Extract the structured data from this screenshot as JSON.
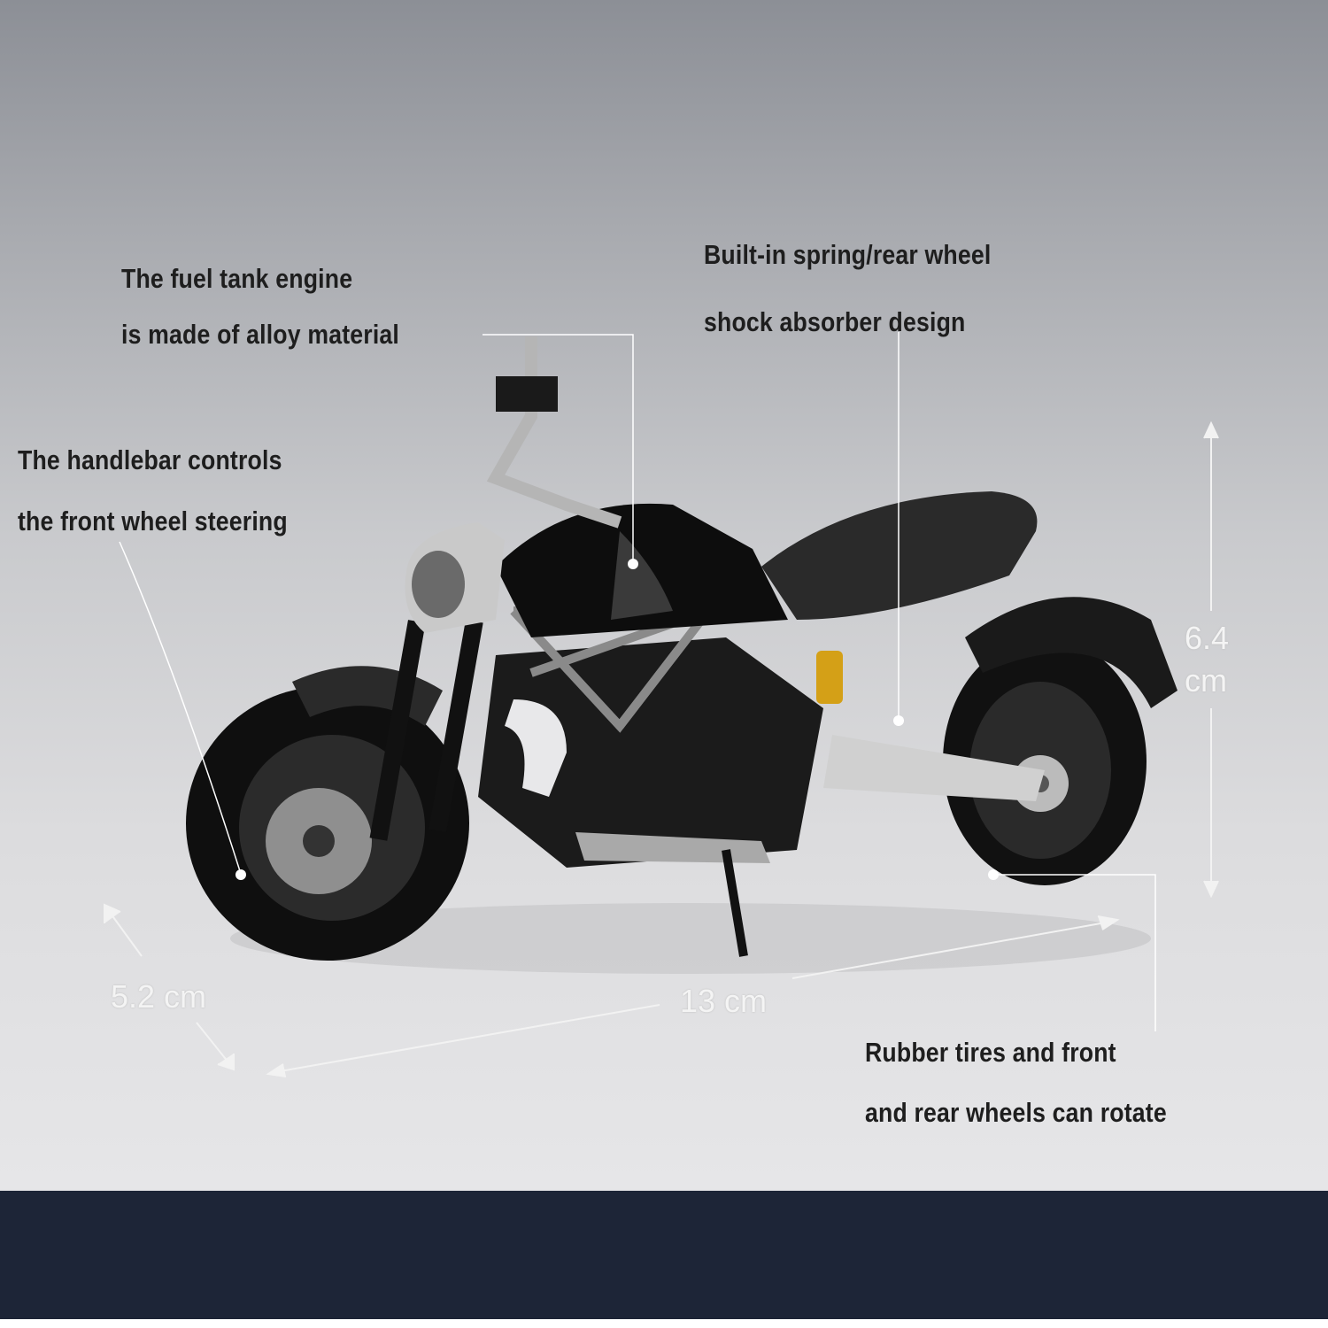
{
  "annotations": {
    "fuel_tank": [
      "The fuel tank engine",
      "is made of alloy material"
    ],
    "spring": [
      "Built-in spring/rear wheel",
      "shock absorber design"
    ],
    "handlebar": [
      "The handlebar controls",
      "the front wheel steering"
    ],
    "tires": [
      "Rubber tires and front",
      "and rear wheels can rotate"
    ]
  },
  "dimensions": {
    "height_value": "6.4",
    "height_unit": "cm",
    "width": "5.2 cm",
    "length": "13 cm"
  },
  "colors": {
    "band": "#1d2537",
    "body": "#151515",
    "frame": "#8a8a8a",
    "spring": "#d4a017"
  }
}
